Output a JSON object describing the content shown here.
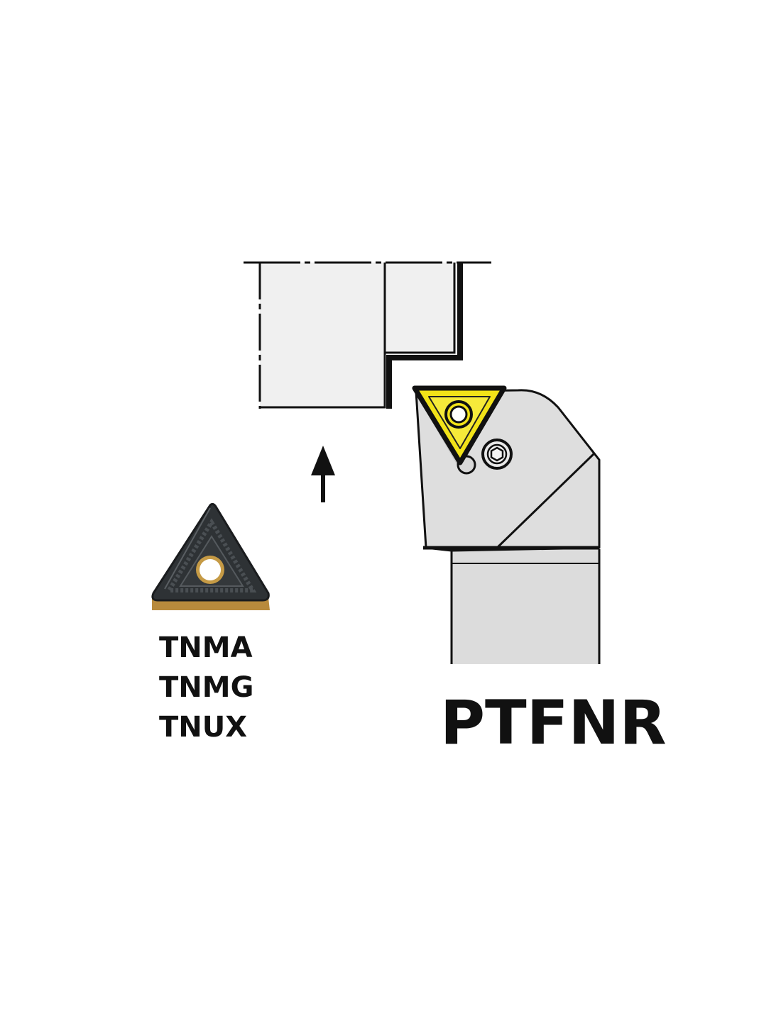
{
  "insert_codes": [
    "TNMA",
    "TNMG",
    "TNUX"
  ],
  "holder_code": "PTFNR",
  "colors": {
    "insert_yellow": "#f2e318",
    "workpiece_fill": "#f0f0f0",
    "holder_fill": "#dedede",
    "shank_fill": "#dcdcdc",
    "outline": "#111111",
    "carbide_dark": "#2e3235",
    "carbide_coating": "#b88a3c"
  },
  "icons": {
    "feed_direction": "up-arrow-icon",
    "screw": "hex-socket-screw-icon",
    "clamp_hole": "insert-hole-icon"
  }
}
